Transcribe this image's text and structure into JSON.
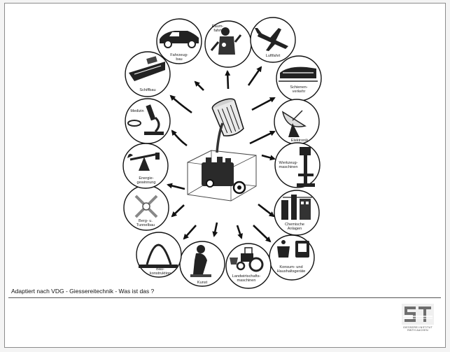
{
  "slide": {
    "caption": "Adaptiert nach VDG - Giessereitechnik - Was ist das ?",
    "logo_text": "GIESSEREI INSTITUT RWTH AACHEN"
  },
  "diagram": {
    "nodes": [
      {
        "id": "raumfahrt",
        "lines": [
          "Raum-",
          "fahrt"
        ],
        "icon": "astronaut-icon"
      },
      {
        "id": "luftfahrt",
        "lines": [
          "Luftfahrt"
        ],
        "icon": "airplane-icon"
      },
      {
        "id": "schienen",
        "lines": [
          "Schienen-",
          "verkehr"
        ],
        "icon": "train-icon"
      },
      {
        "id": "elektronik",
        "lines": [
          "Elektronik"
        ],
        "icon": "satellite-dish-icon"
      },
      {
        "id": "werkzeug",
        "lines": [
          "Werkzeug-",
          "maschinen"
        ],
        "icon": "drill-press-icon"
      },
      {
        "id": "chemische",
        "lines": [
          "Chemische",
          "Anlagen"
        ],
        "icon": "chemical-plant-icon"
      },
      {
        "id": "konsum",
        "lines": [
          "Konsum- und",
          "Haushaltsgeräte"
        ],
        "icon": "household-appliance-icon"
      },
      {
        "id": "landwirtschaft",
        "lines": [
          "Landwirtschafts-",
          "maschinen"
        ],
        "icon": "tractor-icon"
      },
      {
        "id": "kunst",
        "lines": [
          "Kunst"
        ],
        "icon": "sculpture-icon"
      },
      {
        "id": "bau",
        "lines": [
          "Bau-",
          "konstruktion"
        ],
        "icon": "arch-icon"
      },
      {
        "id": "bergbau",
        "lines": [
          "Berg- u.",
          "Tunnelbau"
        ],
        "icon": "mining-icon"
      },
      {
        "id": "energie",
        "lines": [
          "Energie-",
          "gewinnung"
        ],
        "icon": "oil-pump-icon"
      },
      {
        "id": "medizin",
        "lines": [
          "Medizin"
        ],
        "icon": "microscope-icon"
      },
      {
        "id": "schiffbau",
        "lines": [
          "Schiffbau"
        ],
        "icon": "ship-icon"
      },
      {
        "id": "fahrzeugbau",
        "lines": [
          "Fahrzeug-",
          "bau"
        ],
        "icon": "car-icon"
      }
    ],
    "center": {
      "icon": "casting-ladle-icon"
    }
  }
}
